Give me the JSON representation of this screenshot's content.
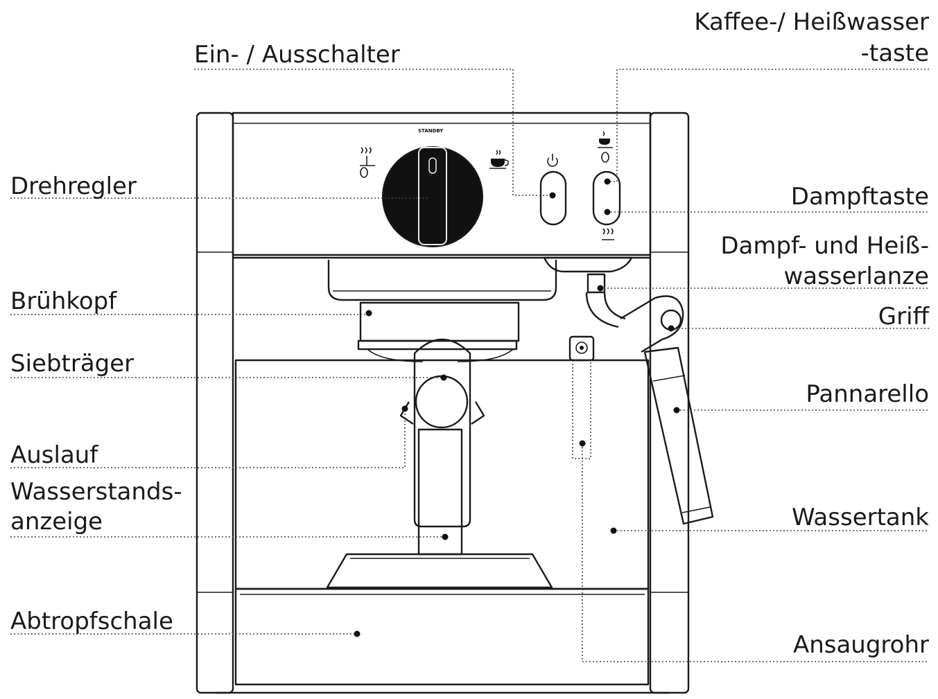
{
  "labels": {
    "ein_ausschalter": "Ein- / Ausschalter",
    "kaffee_heisswasser_taste_1": "Kaffee-/ Heißwasser",
    "kaffee_heisswasser_taste_2": "-taste",
    "drehregler": "Drehregler",
    "dampftaste": "Dampftaste",
    "dampf_lanze_1": "Dampf- und Heiß-",
    "dampf_lanze_2": "wasserlanze",
    "bruehkopf": "Brühkopf",
    "griff": "Griff",
    "siebtraeger": "Siebträger",
    "pannarello": "Pannarello",
    "auslauf": "Auslauf",
    "wasserstand_1": "Wasserstands-",
    "wasserstand_2": "anzeige",
    "wassertank": "Wassertank",
    "abtropfschale": "Abtropfschale",
    "ansaugrohr": "Ansaugrohr"
  },
  "panel": {
    "standby_text": "STANDBY"
  },
  "icons": {
    "power": "power-icon",
    "coffee_cup": "coffee-cup-icon",
    "steam": "steam-icon",
    "hot_water": "hot-water-icon"
  },
  "colors": {
    "line": "#1a1a1a",
    "knob_fill": "#111111",
    "background": "#ffffff"
  }
}
